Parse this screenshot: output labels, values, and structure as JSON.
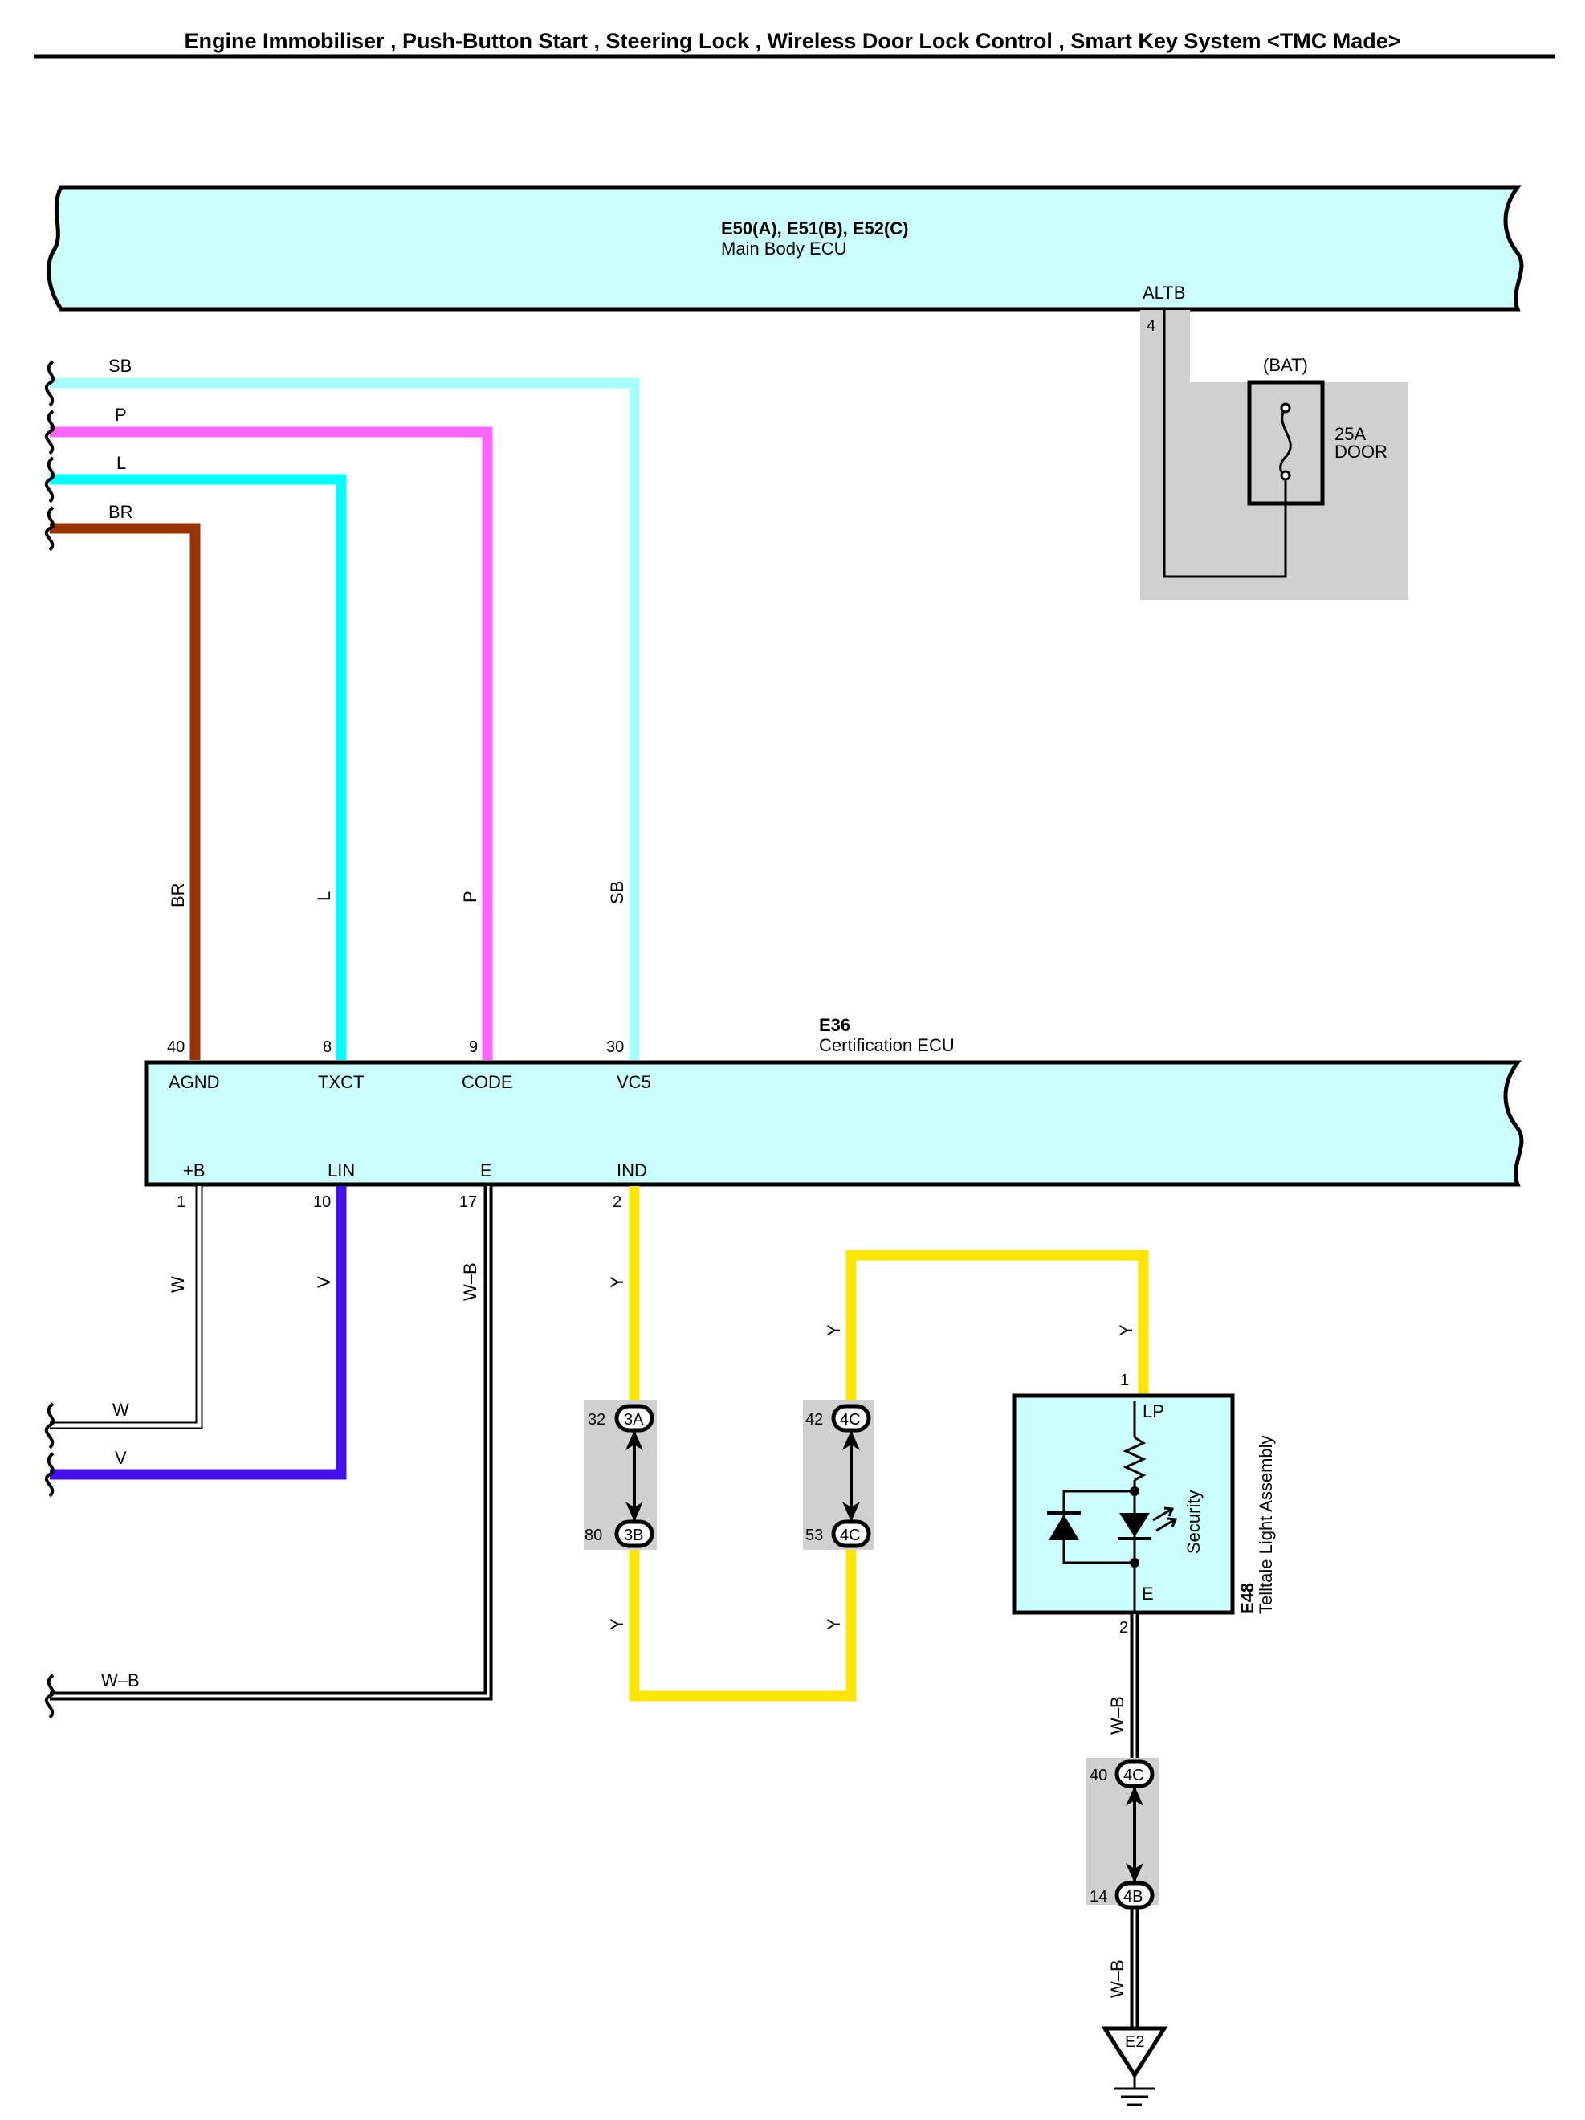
{
  "title": "Engine Immobiliser , Push-Button Start , Steering Lock , Wireless Door Lock Control , Smart Key System <TMC Made>",
  "colors": {
    "ecu_fill": "#ccffff",
    "splice_fill": "#d0d0d0",
    "wire_sb": "#a6ffff",
    "wire_p": "#ff66ff",
    "wire_l": "#00ffff",
    "wire_br": "#993300",
    "wire_v": "#4411ee",
    "wire_y": "#ffe600",
    "wire_w": "#ffffff",
    "wire_wb": "#000000"
  },
  "main_body_ecu": {
    "connectors": "E50(A), E51(B), E52(C)",
    "name": "Main Body ECU",
    "terminal": "ALTB",
    "pin": "4"
  },
  "fuse": {
    "source": "(BAT)",
    "rating": "25A",
    "name": "DOOR"
  },
  "certification_ecu": {
    "connector": "E36",
    "name": "Certification ECU",
    "top_terminals": [
      {
        "name": "AGND",
        "pin": "40"
      },
      {
        "name": "TXCT",
        "pin": "8"
      },
      {
        "name": "CODE",
        "pin": "9"
      },
      {
        "name": "VC5",
        "pin": "30"
      }
    ],
    "bottom_terminals": [
      {
        "name": "+B",
        "pin": "1"
      },
      {
        "name": "LIN",
        "pin": "10"
      },
      {
        "name": "E",
        "pin": "17"
      },
      {
        "name": "IND",
        "pin": "2"
      }
    ]
  },
  "wire_colors": {
    "sb": "SB",
    "p": "P",
    "l": "L",
    "br": "BR",
    "w": "W",
    "v": "V",
    "wb": "W–B",
    "y": "Y"
  },
  "junctions": {
    "j1_top": {
      "pin": "32",
      "code": "3A"
    },
    "j1_bottom": {
      "pin": "80",
      "code": "3B"
    },
    "j2_top": {
      "pin": "42",
      "code": "4C"
    },
    "j2_bottom": {
      "pin": "53",
      "code": "4C"
    },
    "j3_top": {
      "pin": "40",
      "code": "4C"
    },
    "j3_bottom": {
      "pin": "14",
      "code": "4B"
    }
  },
  "telltale": {
    "connector": "E48",
    "name": "Telltale Light Assembly",
    "indicator": "Security",
    "terminal_lp": "LP",
    "terminal_e": "E",
    "pin_lp": "1",
    "pin_e": "2"
  },
  "ground": {
    "label": "E2"
  }
}
